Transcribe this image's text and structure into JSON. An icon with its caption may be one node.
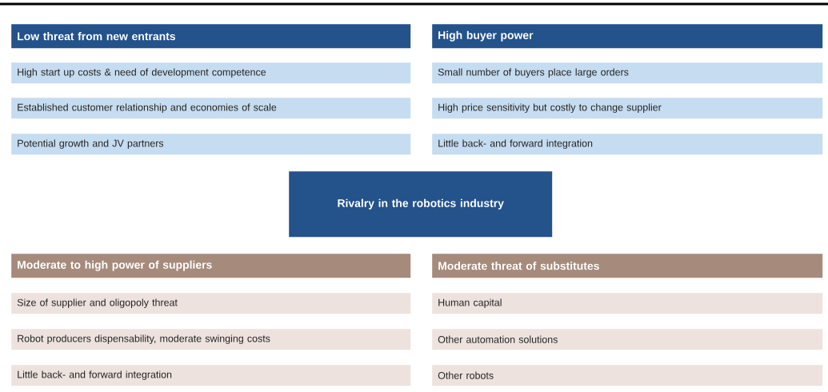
{
  "diagram": {
    "nodes": [
      {
        "text": [
          "Low threat from new entrants"
        ]
      },
      {
        "text": [
          "High start up costs & need of development competence"
        ]
      },
      {
        "text": [
          "Established customer relationship and economies of scale"
        ]
      },
      {
        "text": [
          "Potential growth and JV partners"
        ]
      },
      {
        "text": [
          "High buyer power"
        ]
      },
      {
        "text": [
          "Small number of buyers place large orders"
        ]
      },
      {
        "text": [
          "High price sensitivity but costly to change supplier"
        ]
      },
      {
        "text": [
          "Little back- and forward integration"
        ]
      },
      {
        "text": [
          "Rivalry in the robotics industry"
        ]
      },
      {
        "text": [
          "Moderate to high power of suppliers"
        ]
      },
      {
        "text": [
          "Size of supplier and oligopoly threat"
        ]
      },
      {
        "text": [
          "Robot producers dispensability, moderate swinging costs"
        ]
      },
      {
        "text": [
          "Little back- and forward integration"
        ]
      },
      {
        "text": [
          "Moderate threat of substitutes"
        ]
      },
      {
        "text": [
          "Human capital"
        ]
      },
      {
        "text": [
          "Other automation solutions"
        ]
      },
      {
        "text": [
          "Other robots"
        ]
      }
    ]
  }
}
